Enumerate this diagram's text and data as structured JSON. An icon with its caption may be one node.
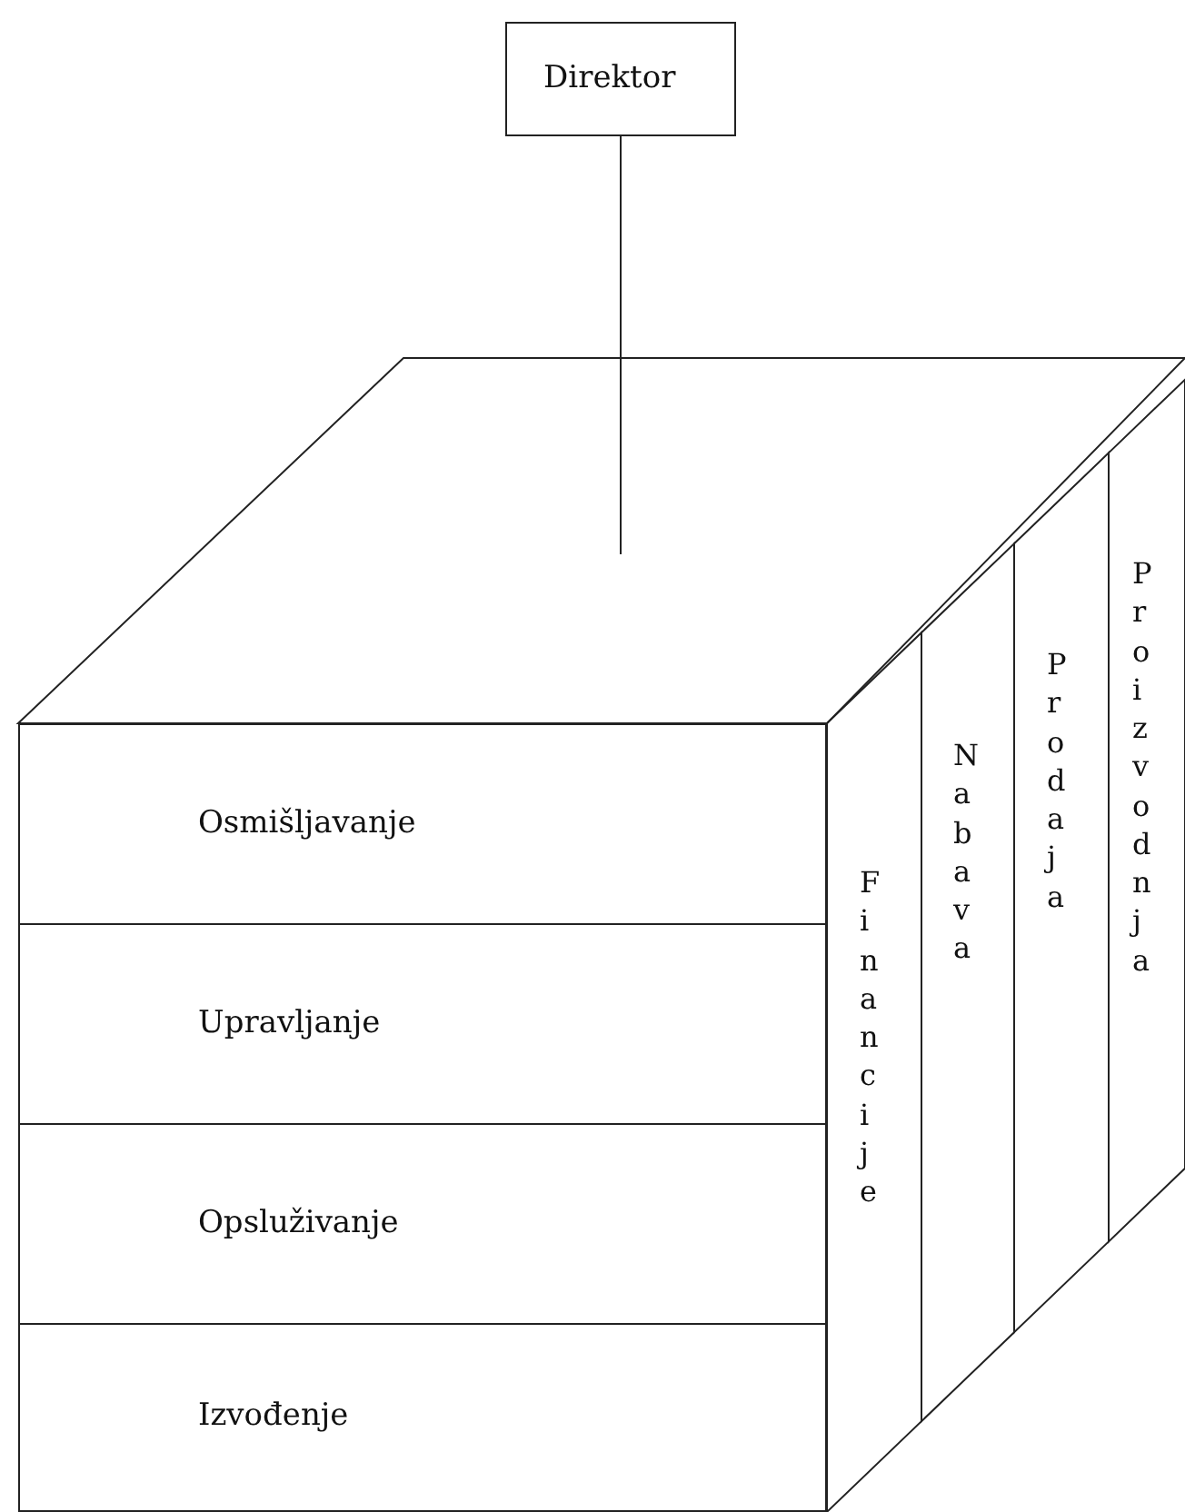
{
  "diagram": {
    "nodes": [
      {
        "text": [
          "Direktor"
        ]
      },
      {
        "text": [],
        "shape": "box"
      },
      {
        "text": [
          "Osmišljavanje"
        ]
      },
      {
        "text": [
          "Upravljanje"
        ]
      },
      {
        "text": [
          "Opsluživanje"
        ]
      },
      {
        "text": [
          "Izvođenje"
        ]
      },
      {
        "text": [
          "Financije"
        ]
      },
      {
        "text": [
          "Nabava"
        ]
      },
      {
        "text": [
          "Prodaja"
        ]
      },
      {
        "text": [
          "Proizvodnja"
        ]
      }
    ],
    "edges": [
      {
        "from": 0,
        "to": 1,
        "arrow": "none"
      }
    ]
  }
}
